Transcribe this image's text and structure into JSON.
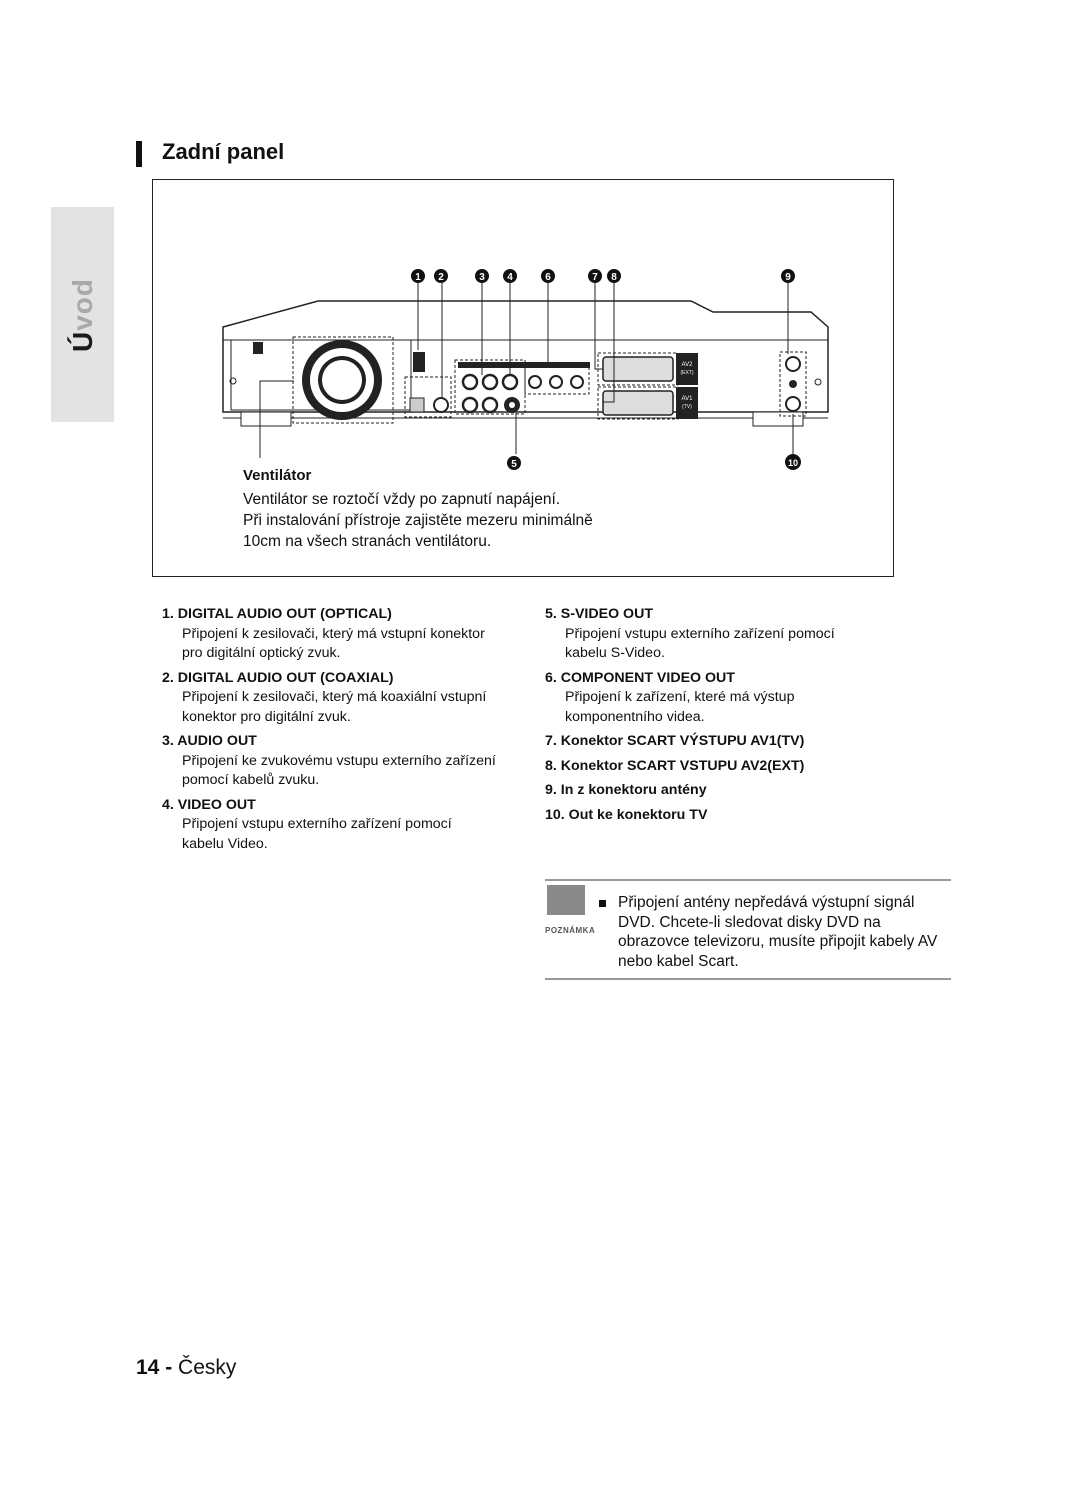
{
  "side_tab": {
    "first": "Ú",
    "rest": "vod"
  },
  "title": "Zadní panel",
  "figure": {
    "numbers": [
      "1",
      "2",
      "3",
      "4",
      "5",
      "6",
      "7",
      "8",
      "9",
      "10"
    ],
    "vent_title": "Ventilátor",
    "vent_lines": [
      "Ventilátor se roztočí vždy po zapnutí napájení.",
      "Při instalování přístroje zajistěte mezeru minimálně",
      "10cm na všech stranách ventilátoru."
    ],
    "panel_labels": {
      "av2": "AV2",
      "av2_sub": "(EXT)",
      "av1": "AV1",
      "av1_sub": "(TV)"
    }
  },
  "left_items": [
    {
      "head": "1. DIGITAL AUDIO OUT (OPTICAL)",
      "body": [
        "Připojení k zesilovači, který má vstupní konektor",
        "pro digitální optický zvuk."
      ]
    },
    {
      "head": "2. DIGITAL AUDIO OUT (COAXIAL)",
      "body": [
        "Připojení k zesilovači, který má koaxiální vstupní",
        "konektor pro digitální zvuk."
      ]
    },
    {
      "head": "3. AUDIO OUT",
      "body": [
        "Připojení ke zvukovému vstupu externího zařízení",
        "pomocí kabelů zvuku."
      ]
    },
    {
      "head": "4. VIDEO OUT",
      "body": [
        "Připojení vstupu externího zařízení pomocí",
        "kabelu Video."
      ]
    }
  ],
  "right_items": [
    {
      "head": "5. S-VIDEO OUT",
      "body": [
        "Připojení vstupu externího zařízení pomocí",
        "kabelu S-Video."
      ]
    },
    {
      "head": "6. COMPONENT VIDEO OUT",
      "body": [
        "Připojení k zařízení, které má výstup",
        "komponentního videa."
      ]
    },
    {
      "head": "7. Konektor SCART VÝSTUPU AV1(TV)",
      "body": []
    },
    {
      "head": "8. Konektor SCART VSTUPU AV2(EXT)",
      "body": []
    },
    {
      "head": "9.   In z konektoru antény",
      "body": [],
      "icon": "antenna-icon"
    },
    {
      "head": "10.   Out ke konektoru TV",
      "body": [],
      "icon": "tv-icon"
    }
  ],
  "note": {
    "label": "POZNÁMKA",
    "text": "Připojení antény nepředává výstupní signál DVD. Chcete-li sledovat disky DVD na obrazovce televizoru, musíte připojit kabely AV nebo kabel Scart."
  },
  "footer": {
    "page": "14 -",
    "lang": "Česky"
  }
}
